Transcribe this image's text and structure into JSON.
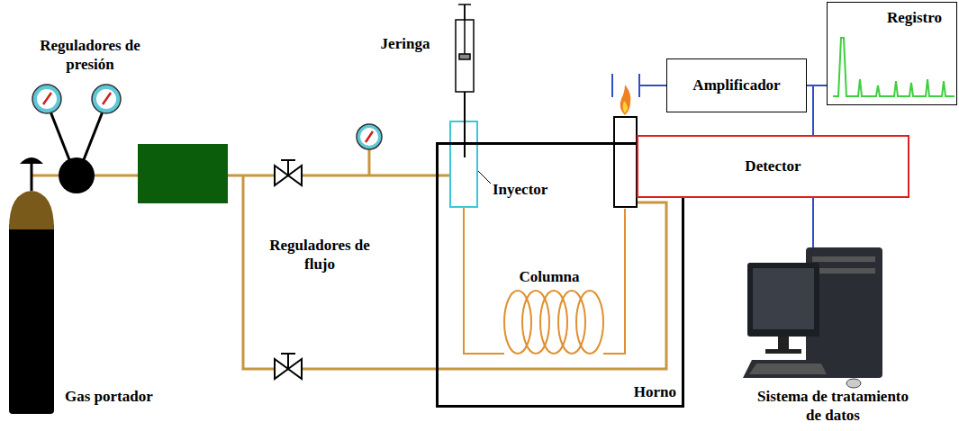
{
  "diagram": {
    "nodes": [
      {
        "text": [
          "Horno"
        ]
      },
      {
        "text": [
          "Detector"
        ]
      },
      {
        "text": [
          "Amplificador"
        ]
      },
      {
        "text": [
          "Registro"
        ]
      }
    ],
    "edges": [
      {
        "from": 2,
        "to": 3,
        "arrow": "none"
      }
    ],
    "labels": [
      "Reguladores de presión",
      "Jeringa",
      "Inyector",
      "Reguladores de flujo",
      "Columna",
      "Gas portador",
      "Sistema de tratamiento de datos"
    ]
  }
}
